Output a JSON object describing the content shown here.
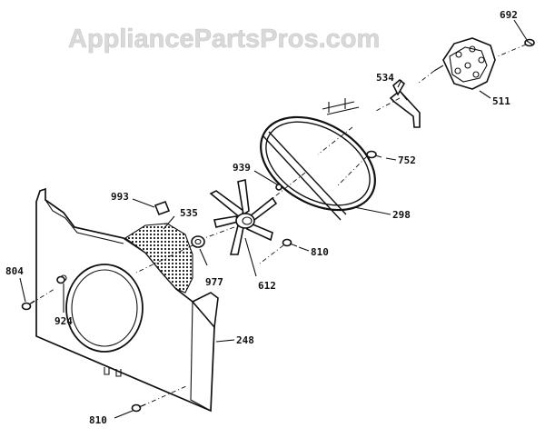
{
  "watermark": "AppliancePartsPros.com",
  "callouts": {
    "c692": "692",
    "c511": "511",
    "c534": "534",
    "c752": "752",
    "c939": "939",
    "c298": "298",
    "c993": "993",
    "c535": "535",
    "c977": "977",
    "c612": "612",
    "c810a": "810",
    "c804": "804",
    "c924": "924",
    "c248": "248",
    "c810b": "810"
  }
}
